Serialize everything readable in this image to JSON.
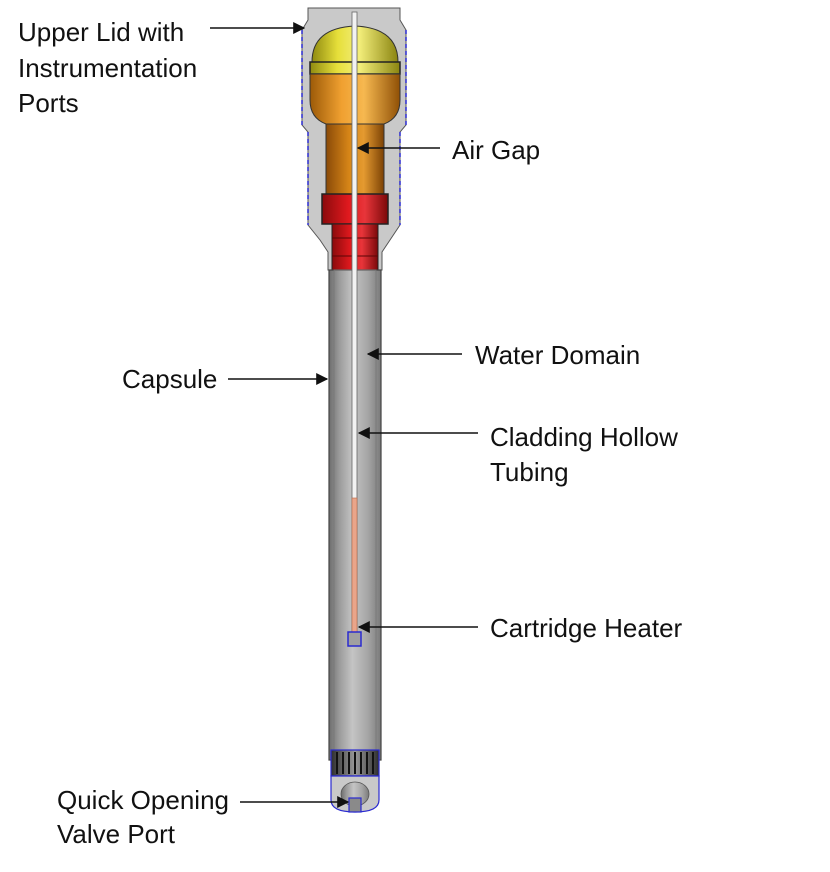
{
  "labels": {
    "upper_lid_line1": "Upper Lid with",
    "upper_lid_line2": "Instrumentation",
    "upper_lid_line3": "Ports",
    "air_gap": "Air Gap",
    "water_domain": "Water Domain",
    "capsule": "Capsule",
    "cladding_line1": "Cladding Hollow",
    "cladding_line2": "Tubing",
    "cartridge_heater": "Cartridge Heater",
    "valve_line1": "Quick Opening",
    "valve_line2": "Valve Port"
  },
  "colors": {
    "capsule_body": "#a7a7a7",
    "lid_grey": "#c9c9c9",
    "yellow_cap": "#d8cf2a",
    "orange_band": "#e08a12",
    "copper_neck": "#c4700f",
    "red_flange": "#d4151a",
    "heater": "#e9a58a",
    "outline_blue": "#2a2ad0"
  }
}
